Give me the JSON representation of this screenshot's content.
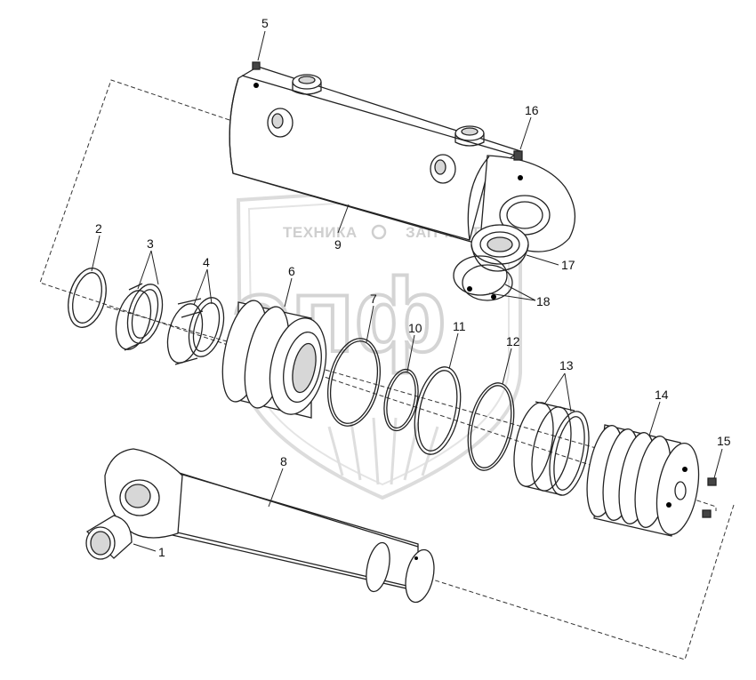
{
  "watermark": {
    "left_word": "ТЕХНИКА",
    "right_word": "ЗАПЧАСТИ",
    "big_letters": "эпф"
  },
  "callouts": [
    {
      "id": "1",
      "text": "1"
    },
    {
      "id": "2",
      "text": "2"
    },
    {
      "id": "3",
      "text": "3"
    },
    {
      "id": "4",
      "text": "4"
    },
    {
      "id": "5",
      "text": "5"
    },
    {
      "id": "6",
      "text": "6"
    },
    {
      "id": "7",
      "text": "7"
    },
    {
      "id": "8",
      "text": "8"
    },
    {
      "id": "9",
      "text": "9"
    },
    {
      "id": "10",
      "text": "10"
    },
    {
      "id": "11",
      "text": "11"
    },
    {
      "id": "12",
      "text": "12"
    },
    {
      "id": "13",
      "text": "13"
    },
    {
      "id": "14",
      "text": "14"
    },
    {
      "id": "15",
      "text": "15"
    },
    {
      "id": "16",
      "text": "16"
    },
    {
      "id": "17",
      "text": "17"
    },
    {
      "id": "18",
      "text": "18"
    }
  ]
}
